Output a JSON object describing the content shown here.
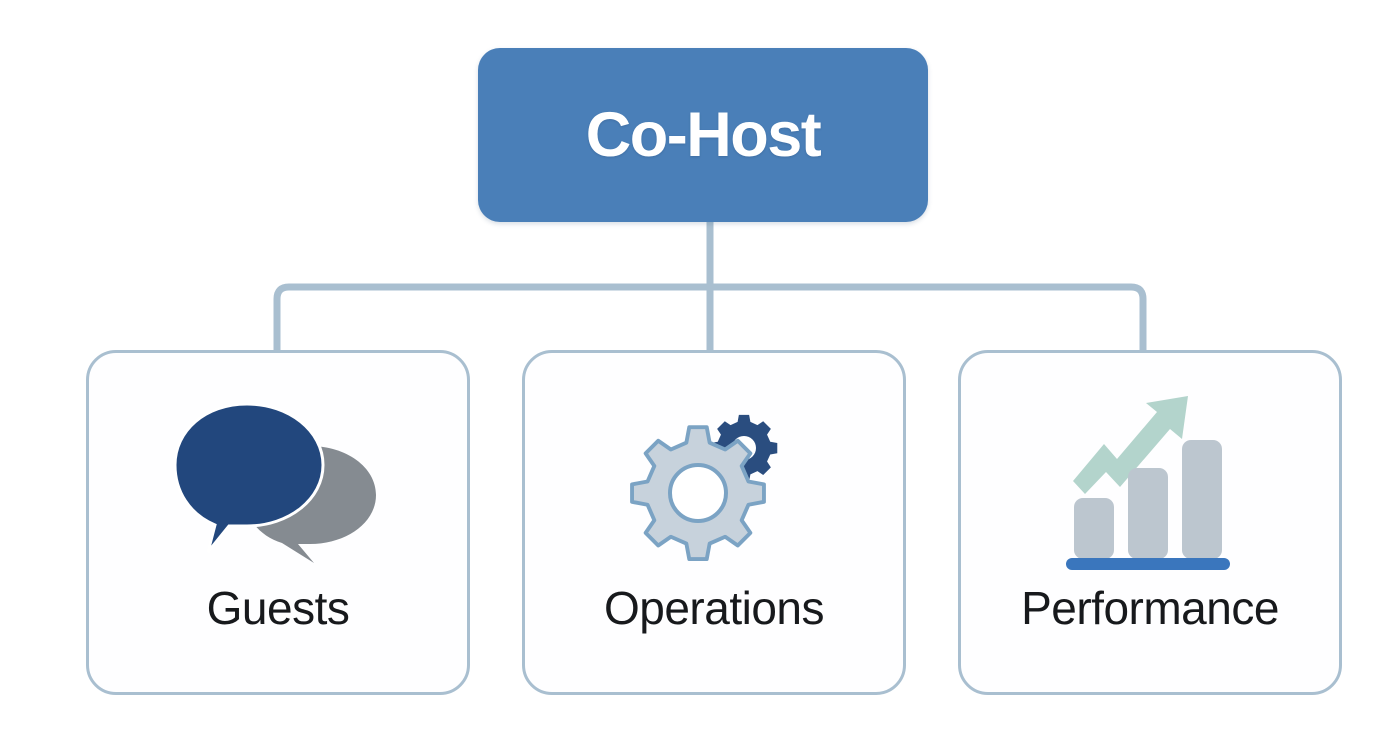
{
  "diagram": {
    "type": "org-chart",
    "orientation": "top-down",
    "background_color": "#ffffff",
    "root": {
      "label": "Co-Host",
      "fill_color": "#4a7fb8",
      "text_color": "#ffffff"
    },
    "connector": {
      "color": "#a9bfd0",
      "style": "orthogonal-rounded"
    },
    "children": [
      {
        "id": "guests",
        "label": "Guests",
        "icon": "chat-bubbles-icon",
        "icon_colors": {
          "primary": "#22477d",
          "secondary": "#858b91"
        }
      },
      {
        "id": "operations",
        "label": "Operations",
        "icon": "gears-icon",
        "icon_colors": {
          "primary": "#c7d2dc",
          "stroke": "#7ba3c4",
          "secondary": "#2a4d7f"
        }
      },
      {
        "id": "performance",
        "label": "Performance",
        "icon": "bar-chart-growth-icon",
        "icon_colors": {
          "bars": "#bcc6cf",
          "baseline": "#3a76bd",
          "arrow": "#b3d4cc"
        }
      }
    ],
    "card_style": {
      "border_color": "#a9bfd0",
      "fill_color": "#fefeff",
      "text_color": "#17191c"
    }
  }
}
